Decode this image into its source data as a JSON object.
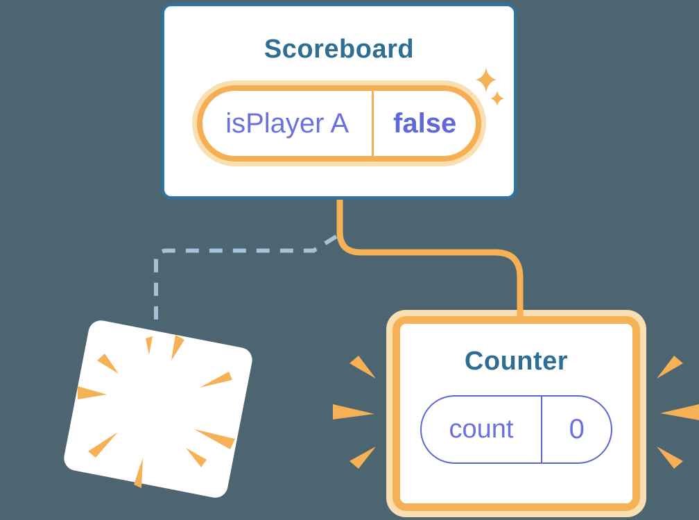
{
  "background_color": "#4D6570",
  "palette": {
    "card_border_blue": "#2B74A4",
    "title_text_blue": "#2F6E93",
    "orange": "#F6B156",
    "orange_dark_ring": "#F5AE52",
    "orange_light_ring": "#FADFB0",
    "purple_text": "#6A71DC",
    "purple_value_text": "#5F68D9",
    "purple_pill_border": "#5B65D6",
    "dashed_line_blue": "#A4C2D8",
    "card_white": "#FFFFFF"
  },
  "nodes": {
    "scoreboard": {
      "title": "Scoreboard",
      "state": {
        "key": "isPlayer A",
        "value": "false"
      }
    },
    "counter": {
      "title": "Counter",
      "state": {
        "key": "count",
        "value": "0"
      }
    }
  },
  "icons": {
    "sparkles": "sparkles-icon",
    "poof_burst": "poof-burst-icon",
    "emphasis_left": "emphasis-rays-left-icon",
    "emphasis_right": "emphasis-rays-right-icon"
  }
}
